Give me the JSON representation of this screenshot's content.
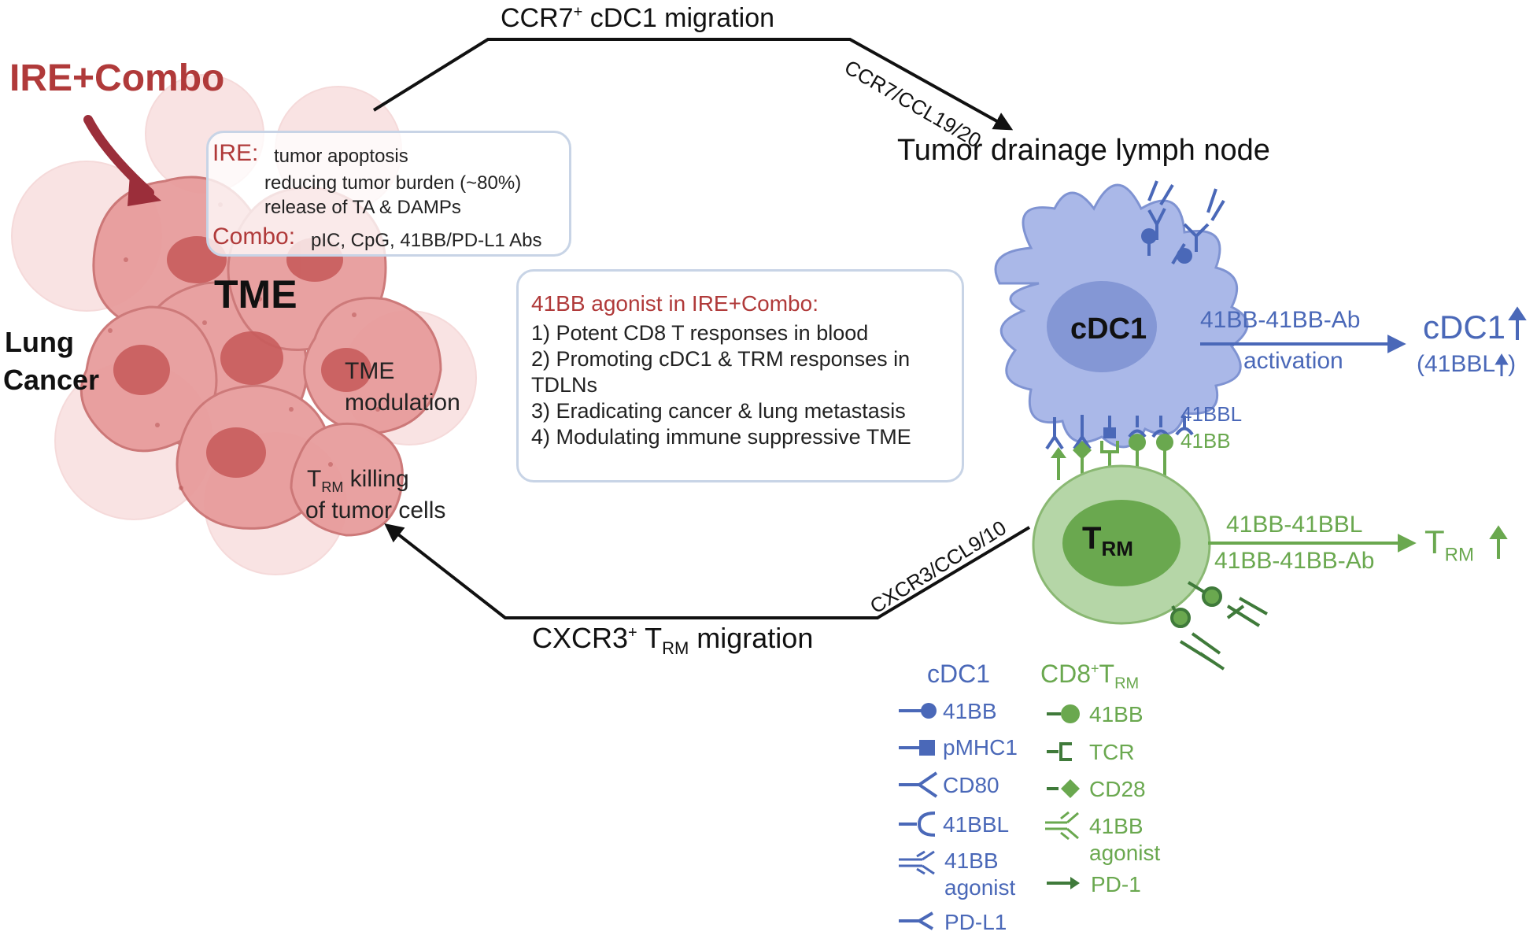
{
  "title_treatment": "IRE+Combo",
  "tumor": {
    "label_line1": "Lung",
    "label_line2": "Cancer",
    "tme_label": "TME",
    "modulation_line1": "TME",
    "modulation_line2": "modulation",
    "killing_line1_main": "T",
    "killing_line1_sub": "RM",
    "killing_line1_rest": " killing",
    "killing_line2": "of tumor cells"
  },
  "ire_box": {
    "ire_label": "IRE:",
    "ire_items": [
      "tumor apoptosis",
      "reducing tumor burden (~80%)",
      "release of TA & DAMPs"
    ],
    "combo_label": "Combo:",
    "combo_text": "pIC, CpG, 41BB/PD-L1 Abs"
  },
  "agonist_box": {
    "title": "41BB agonist in IRE+Combo:",
    "items": [
      "1) Potent CD8 T responses in blood",
      "2) Promoting cDC1 & TRM responses in",
      "TDLNs",
      "3) Eradicating cancer & lung metastasis",
      "4) Modulating immune suppressive TME"
    ]
  },
  "top_path": {
    "migration_main": "CCR7",
    "migration_sup": "+",
    "migration_rest": " cDC1 migration",
    "axis_label": "CCR7/CCL19/20",
    "destination": "Tumor drainage lymph node"
  },
  "bottom_path": {
    "migration_main": "CXCR3",
    "migration_sup": "+",
    "migration_t": " T",
    "migration_sub": "RM",
    "migration_rest": " migration",
    "axis_label": "CXCR3/CCL9/10"
  },
  "cdc1": {
    "label": "cDC1",
    "arrow_top": "41BB-41BB-Ab",
    "arrow_bottom": "activation",
    "result_line1": "cDC1",
    "result_line2": "(41BBL",
    "result_line2_close": ")"
  },
  "synapse": {
    "label_41bbl": "41BBL",
    "label_41bb": "41BB"
  },
  "trm": {
    "label_main": "T",
    "label_sub": "RM",
    "arrow_top": "41BB-41BBL",
    "arrow_bottom": "41BB-41BB-Ab",
    "result_main": "T",
    "result_sub": "RM"
  },
  "legend": {
    "cdc1_header": "cDC1",
    "cdc1_items": [
      {
        "label": "41BB",
        "icon": "ball-stick-icon"
      },
      {
        "label": "pMHC1",
        "icon": "square-stick-icon"
      },
      {
        "label": "CD80",
        "icon": "v-stick-icon"
      },
      {
        "label": "41BBL",
        "icon": "cup-stick-icon"
      },
      {
        "label": "41BB",
        "label2": "agonist",
        "icon": "antibody-icon"
      },
      {
        "label": "PD-L1",
        "icon": "small-v-stick-icon"
      }
    ],
    "trm_header_main": "CD8",
    "trm_header_sup": "+",
    "trm_header_t": "T",
    "trm_header_sub": "RM",
    "trm_items": [
      {
        "label": "41BB",
        "icon": "ball-stick-icon"
      },
      {
        "label": "TCR",
        "icon": "bracket-stick-icon"
      },
      {
        "label": "CD28",
        "icon": "diamond-stick-icon"
      },
      {
        "label": "41BB",
        "label2": "agonist",
        "icon": "antibody-icon"
      },
      {
        "label": "PD-1",
        "icon": "arrow-stick-icon"
      }
    ]
  },
  "colors": {
    "dark_red": "#b03a3a",
    "blue": "#4a68b8",
    "light_blue_cell": "#aab8e8",
    "green": "#6aa84f",
    "dark_green": "#3f7a3a",
    "tumor_pink": "#e79a9a",
    "box_border": "#c8d4e6"
  }
}
